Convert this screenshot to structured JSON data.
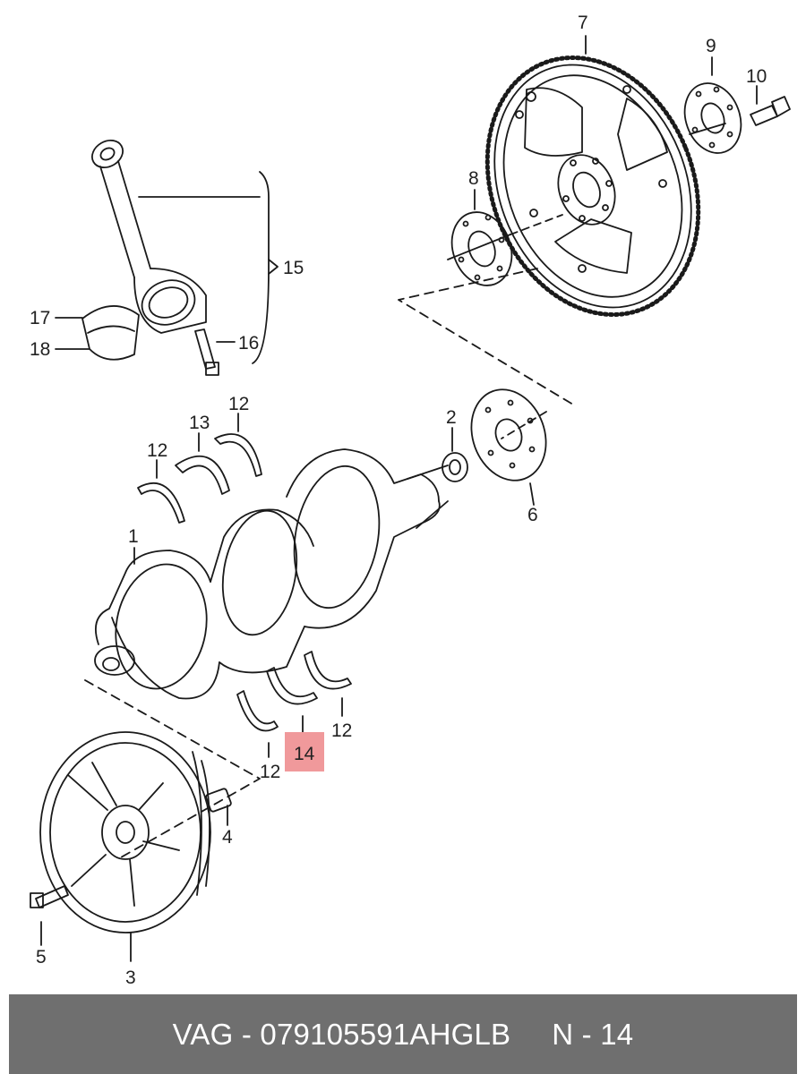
{
  "callouts": {
    "c1": "1",
    "c2": "2",
    "c3": "3",
    "c4": "4",
    "c5": "5",
    "c6": "6",
    "c7": "7",
    "c8": "8",
    "c9": "9",
    "c10": "10",
    "c12a": "12",
    "c12b": "12",
    "c12c": "12",
    "c12d": "12",
    "c13": "13",
    "c14": "14",
    "c15": "15",
    "c16": "16",
    "c17": "17",
    "c18": "18"
  },
  "highlight": {
    "fill": "#f0999b",
    "label": "14"
  },
  "footer": {
    "part_number": "VAG - 079105591AHGLB",
    "position": "N - 14"
  },
  "colors": {
    "line": "#1a1a1a",
    "footer_bg": "#6f6f6f",
    "footer_text": "#ffffff"
  }
}
